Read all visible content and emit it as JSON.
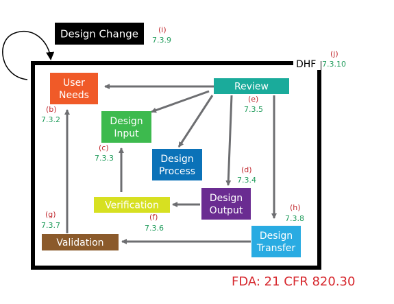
{
  "nodes": {
    "design_change": {
      "lines": [
        "Design Change"
      ],
      "fill": "#000000",
      "text_color": "#ffffff"
    },
    "user_needs": {
      "lines": [
        "User",
        "Needs"
      ],
      "fill": "#f05a28",
      "text_color": "#ffffff"
    },
    "review": {
      "lines": [
        "Review"
      ],
      "fill": "#1aab9b",
      "text_color": "#ffffff"
    },
    "design_input": {
      "lines": [
        "Design",
        "Input"
      ],
      "fill": "#3dba4e",
      "text_color": "#ffffff"
    },
    "design_process": {
      "lines": [
        "Design",
        "Process"
      ],
      "fill": "#0b72b8",
      "text_color": "#ffffff"
    },
    "design_output": {
      "lines": [
        "Design",
        "Output"
      ],
      "fill": "#6a2c91",
      "text_color": "#ffffff"
    },
    "verification": {
      "lines": [
        "Verification"
      ],
      "fill": "#d7e021",
      "text_color": "#ffffff"
    },
    "validation": {
      "lines": [
        "Validation"
      ],
      "fill": "#8b5a2b",
      "text_color": "#ffffff"
    },
    "design_transfer": {
      "lines": [
        "Design",
        "Transfer"
      ],
      "fill": "#29abe2",
      "text_color": "#ffffff"
    }
  },
  "refs": {
    "i": {
      "letter": "(i)",
      "section": "7.3.9"
    },
    "j": {
      "letter": "(j)",
      "section": "7.3.10"
    },
    "b": {
      "letter": "(b)",
      "section": "7.3.2"
    },
    "e": {
      "letter": "(e)",
      "section": "7.3.5"
    },
    "c": {
      "letter": "(c)",
      "section": "7.3.3"
    },
    "d": {
      "letter": "(d)",
      "section": "7.3.4"
    },
    "h": {
      "letter": "(h)",
      "section": "7.3.8"
    },
    "g": {
      "letter": "(g)",
      "section": "7.3.7"
    },
    "f": {
      "letter": "(f)",
      "section": "7.3.6"
    }
  },
  "dhf_label": "DHF",
  "footer": "FDA: 21 CFR 820.30",
  "colors": {
    "letter": "#c0272d",
    "section": "#1e9b5a",
    "footer": "#d6262c",
    "arrow": "#6d6e71",
    "frame": "#000000"
  }
}
